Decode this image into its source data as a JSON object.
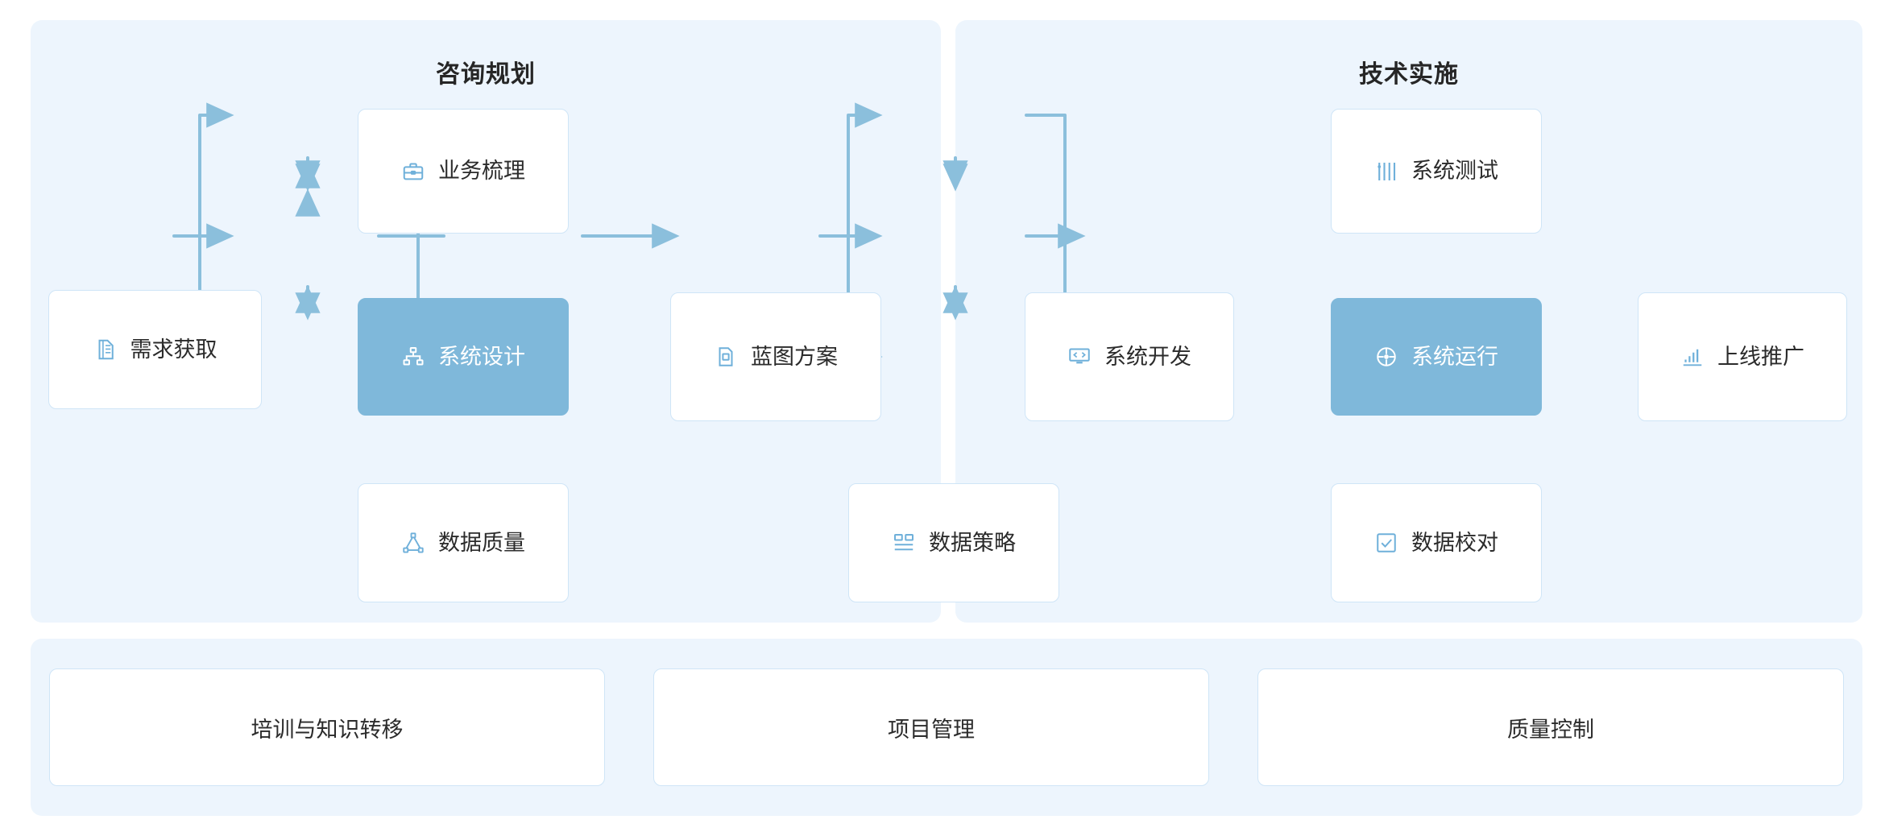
{
  "diagram": {
    "title_bar": null,
    "accent_color": "#7fb8da",
    "panel_bg": "#edf5fd",
    "node_border": "#cfe5f7",
    "line_color": "#8bbfdc",
    "phases": [
      {
        "id": "consulting",
        "title": "咨询规划"
      },
      {
        "id": "technical",
        "title": "技术实施"
      }
    ],
    "nodes": [
      {
        "id": "req",
        "label": "需求获取",
        "icon": "document-icon",
        "highlight": false
      },
      {
        "id": "biz",
        "label": "业务梳理",
        "icon": "briefcase-icon",
        "highlight": false
      },
      {
        "id": "sysdes",
        "label": "系统设计",
        "icon": "sitemap-icon",
        "highlight": true
      },
      {
        "id": "dataq",
        "label": "数据质量",
        "icon": "node-graph-icon",
        "highlight": false
      },
      {
        "id": "blueprint",
        "label": "蓝图方案",
        "icon": "blueprint-icon",
        "highlight": false
      },
      {
        "id": "datastr",
        "label": "数据策略",
        "icon": "data-strategy-icon",
        "highlight": false
      },
      {
        "id": "sysdev",
        "label": "系统开发",
        "icon": "code-monitor-icon",
        "highlight": false
      },
      {
        "id": "systest",
        "label": "系统测试",
        "icon": "sliders-icon",
        "highlight": false
      },
      {
        "id": "sysrun",
        "label": "系统运行",
        "icon": "target-icon",
        "highlight": true
      },
      {
        "id": "datachk",
        "label": "数据校对",
        "icon": "checkbox-icon",
        "highlight": false
      },
      {
        "id": "launch",
        "label": "上线推广",
        "icon": "bar-chart-icon",
        "highlight": false
      }
    ],
    "support": {
      "cards": [
        {
          "id": "training",
          "label": "培训与知识转移"
        },
        {
          "id": "pm",
          "label": "项目管理"
        },
        {
          "id": "qc",
          "label": "质量控制"
        }
      ]
    }
  }
}
